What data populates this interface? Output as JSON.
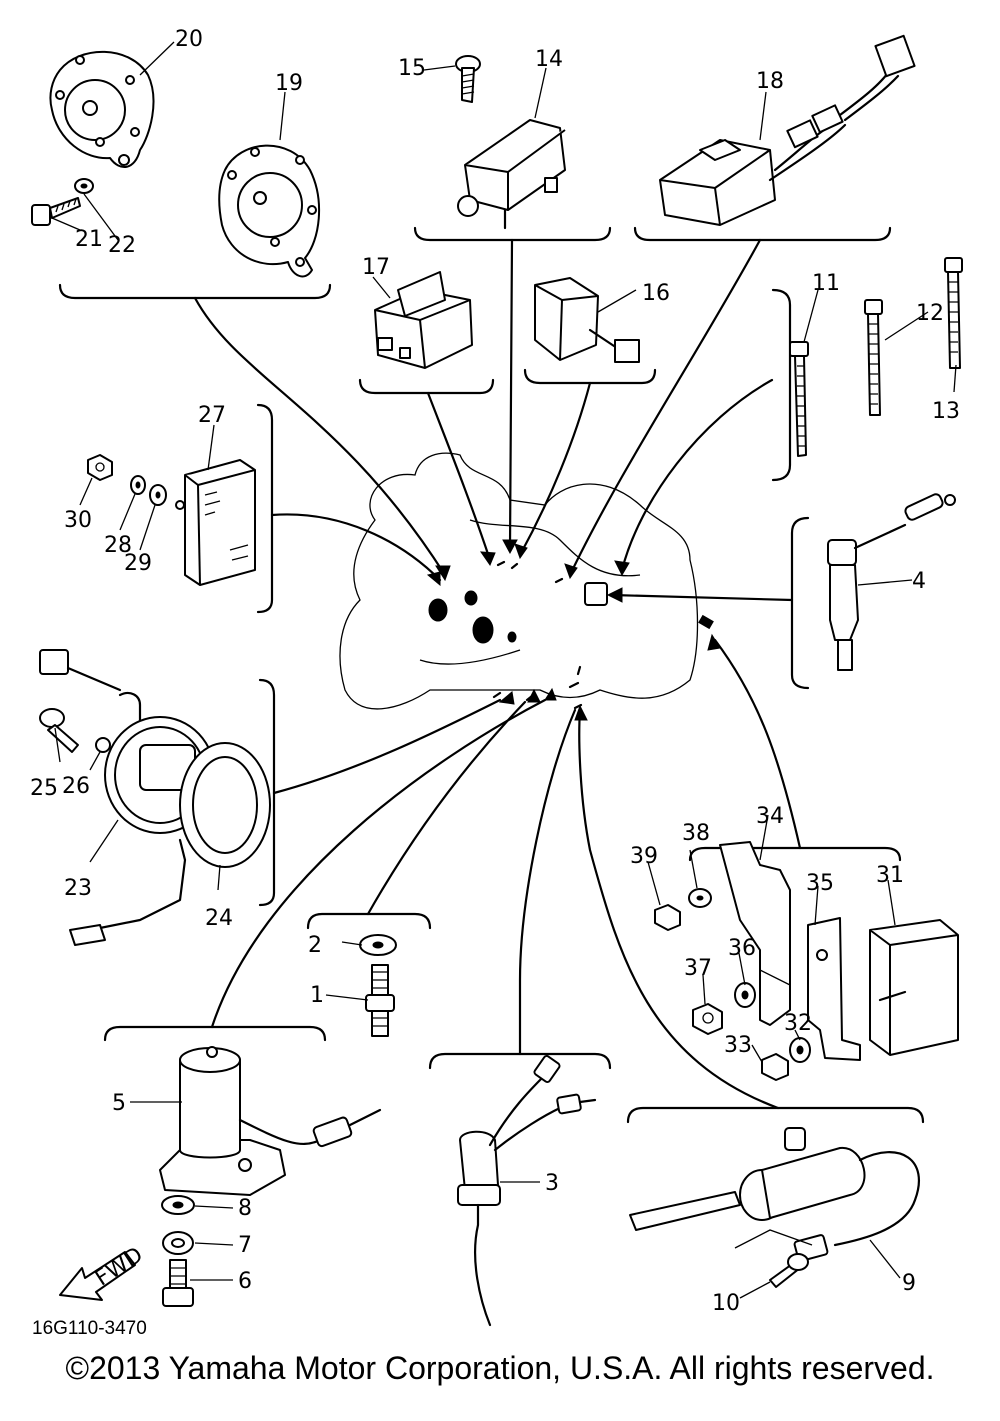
{
  "diagram": {
    "part_numbers": [
      "1",
      "2",
      "3",
      "4",
      "5",
      "6",
      "7",
      "8",
      "9",
      "10",
      "11",
      "12",
      "13",
      "14",
      "15",
      "16",
      "17",
      "18",
      "19",
      "20",
      "21",
      "22",
      "23",
      "24",
      "25",
      "26",
      "27",
      "28",
      "29",
      "30",
      "31",
      "32",
      "33",
      "34",
      "35",
      "36",
      "37",
      "38",
      "39"
    ],
    "drawing_code": "16G110-3470",
    "fwd_label": "FWD"
  },
  "footer": {
    "copyright": "©2013 Yamaha Motor Corporation, U.S.A. All rights reserved."
  }
}
